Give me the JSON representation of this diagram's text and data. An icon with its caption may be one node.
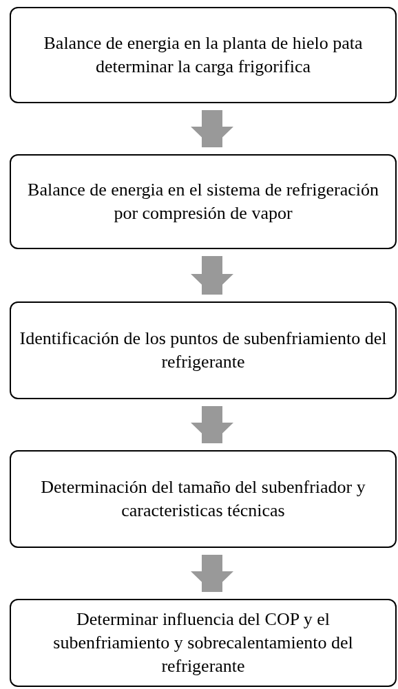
{
  "diagram": {
    "nodes": [
      {
        "text": [
          "Balance de energia en la planta de hielo pata determinar la carga frigorifica"
        ]
      },
      {
        "text": [
          "Balance de energia en el sistema de refrigeración por compresión de vapor"
        ]
      },
      {
        "text": [
          "Identificación de los puntos de subenfriamiento del refrigerante"
        ]
      },
      {
        "text": [
          "Determinación del tamaño del subenfriador y caracteristicas técnicas"
        ]
      },
      {
        "text": [
          "Determinar influencia del COP y el subenfriamiento y sobrecalentamiento del refrigerante"
        ]
      }
    ],
    "edges": [
      {
        "from": 0,
        "to": 1,
        "arrow": "to"
      },
      {
        "from": 1,
        "to": 2,
        "arrow": "to"
      },
      {
        "from": 2,
        "to": 3,
        "arrow": "to"
      },
      {
        "from": 3,
        "to": 4,
        "arrow": "to"
      }
    ]
  }
}
